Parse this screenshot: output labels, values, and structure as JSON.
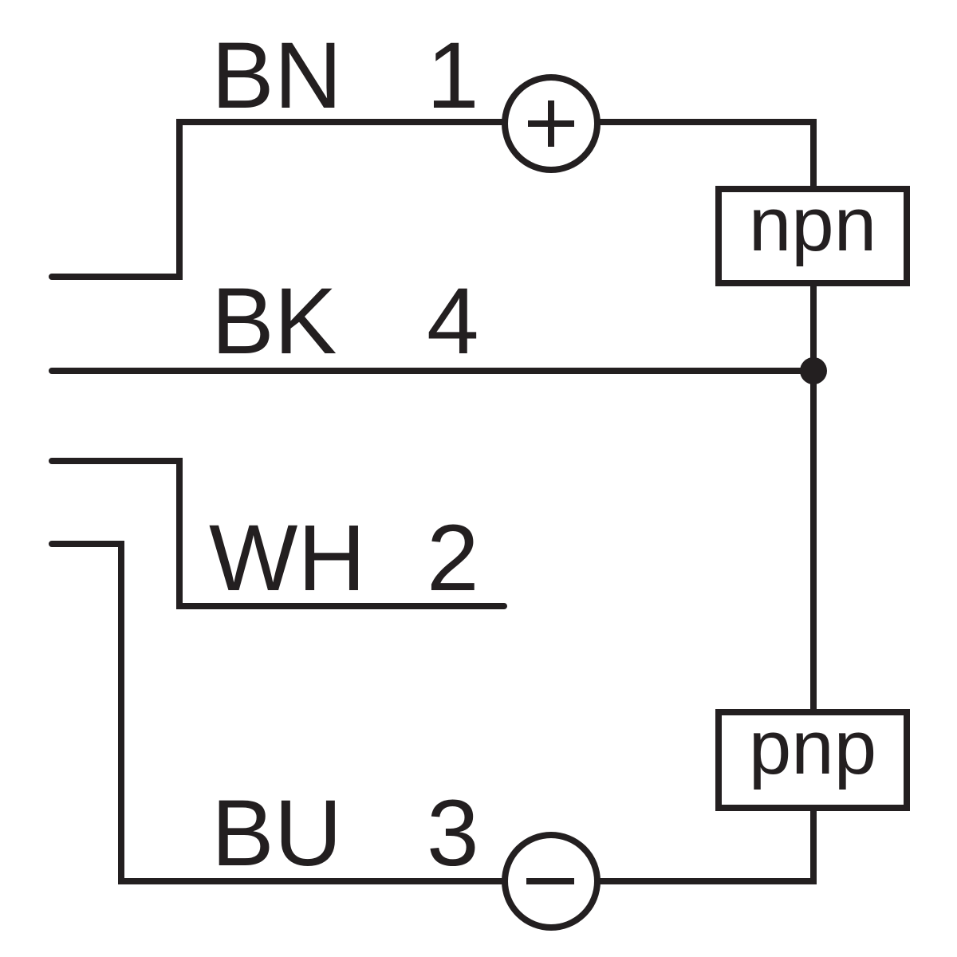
{
  "wires": {
    "brown": {
      "color_code": "BN",
      "pin": "1"
    },
    "black": {
      "color_code": "BK",
      "pin": "4"
    },
    "white": {
      "color_code": "WH",
      "pin": "2"
    },
    "blue": {
      "color_code": "BU",
      "pin": "3"
    }
  },
  "outputs": {
    "top_label": "npn",
    "bottom_label": "pnp"
  },
  "line_color": "#231f20",
  "background_color": "#ffffff"
}
